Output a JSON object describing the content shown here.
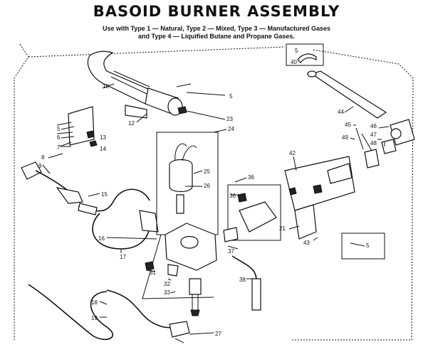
{
  "header": {
    "title": "BASOID BURNER ASSEMBLY",
    "subtitle_line1": "Use with Type 1 — Natural, Type 2 — Mixed, Type 3 — Manufactured Gases",
    "subtitle_line2": "and Type 4 — Liquified Butane and Propane Gases."
  },
  "callouts": [
    {
      "id": "c-5a",
      "text": "5"
    },
    {
      "id": "c-40",
      "text": "40"
    },
    {
      "id": "c-10",
      "text": "10"
    },
    {
      "id": "c-5b",
      "text": "5"
    },
    {
      "id": "c-12",
      "text": "12"
    },
    {
      "id": "c-23",
      "text": "23"
    },
    {
      "id": "c-24",
      "text": "24"
    },
    {
      "id": "c-5c",
      "text": "5"
    },
    {
      "id": "c-6",
      "text": "6"
    },
    {
      "id": "c-13",
      "text": "13"
    },
    {
      "id": "c-7",
      "text": "7"
    },
    {
      "id": "c-14",
      "text": "14"
    },
    {
      "id": "c-8",
      "text": "8"
    },
    {
      "id": "c-9",
      "text": "9"
    },
    {
      "id": "c-25",
      "text": "25"
    },
    {
      "id": "c-26",
      "text": "26"
    },
    {
      "id": "c-15",
      "text": "15"
    },
    {
      "id": "c-44",
      "text": "44"
    },
    {
      "id": "c-45",
      "text": "45"
    },
    {
      "id": "c-46",
      "text": "46"
    },
    {
      "id": "c-47",
      "text": "47"
    },
    {
      "id": "c-48",
      "text": "48"
    },
    {
      "id": "c-49",
      "text": "49"
    },
    {
      "id": "c-42",
      "text": "42"
    },
    {
      "id": "c-36",
      "text": "36"
    },
    {
      "id": "c-36b",
      "text": "36"
    },
    {
      "id": "c-16",
      "text": "16"
    },
    {
      "id": "c-17",
      "text": "17"
    },
    {
      "id": "c-21",
      "text": "21"
    },
    {
      "id": "c-43",
      "text": "43"
    },
    {
      "id": "c-5d",
      "text": "5"
    },
    {
      "id": "c-37",
      "text": "37"
    },
    {
      "id": "c-31",
      "text": "31"
    },
    {
      "id": "c-32",
      "text": "32"
    },
    {
      "id": "c-33",
      "text": "33"
    },
    {
      "id": "c-38",
      "text": "38"
    },
    {
      "id": "c-18",
      "text": "18"
    },
    {
      "id": "c-19",
      "text": "19"
    },
    {
      "id": "c-27",
      "text": "27"
    }
  ]
}
